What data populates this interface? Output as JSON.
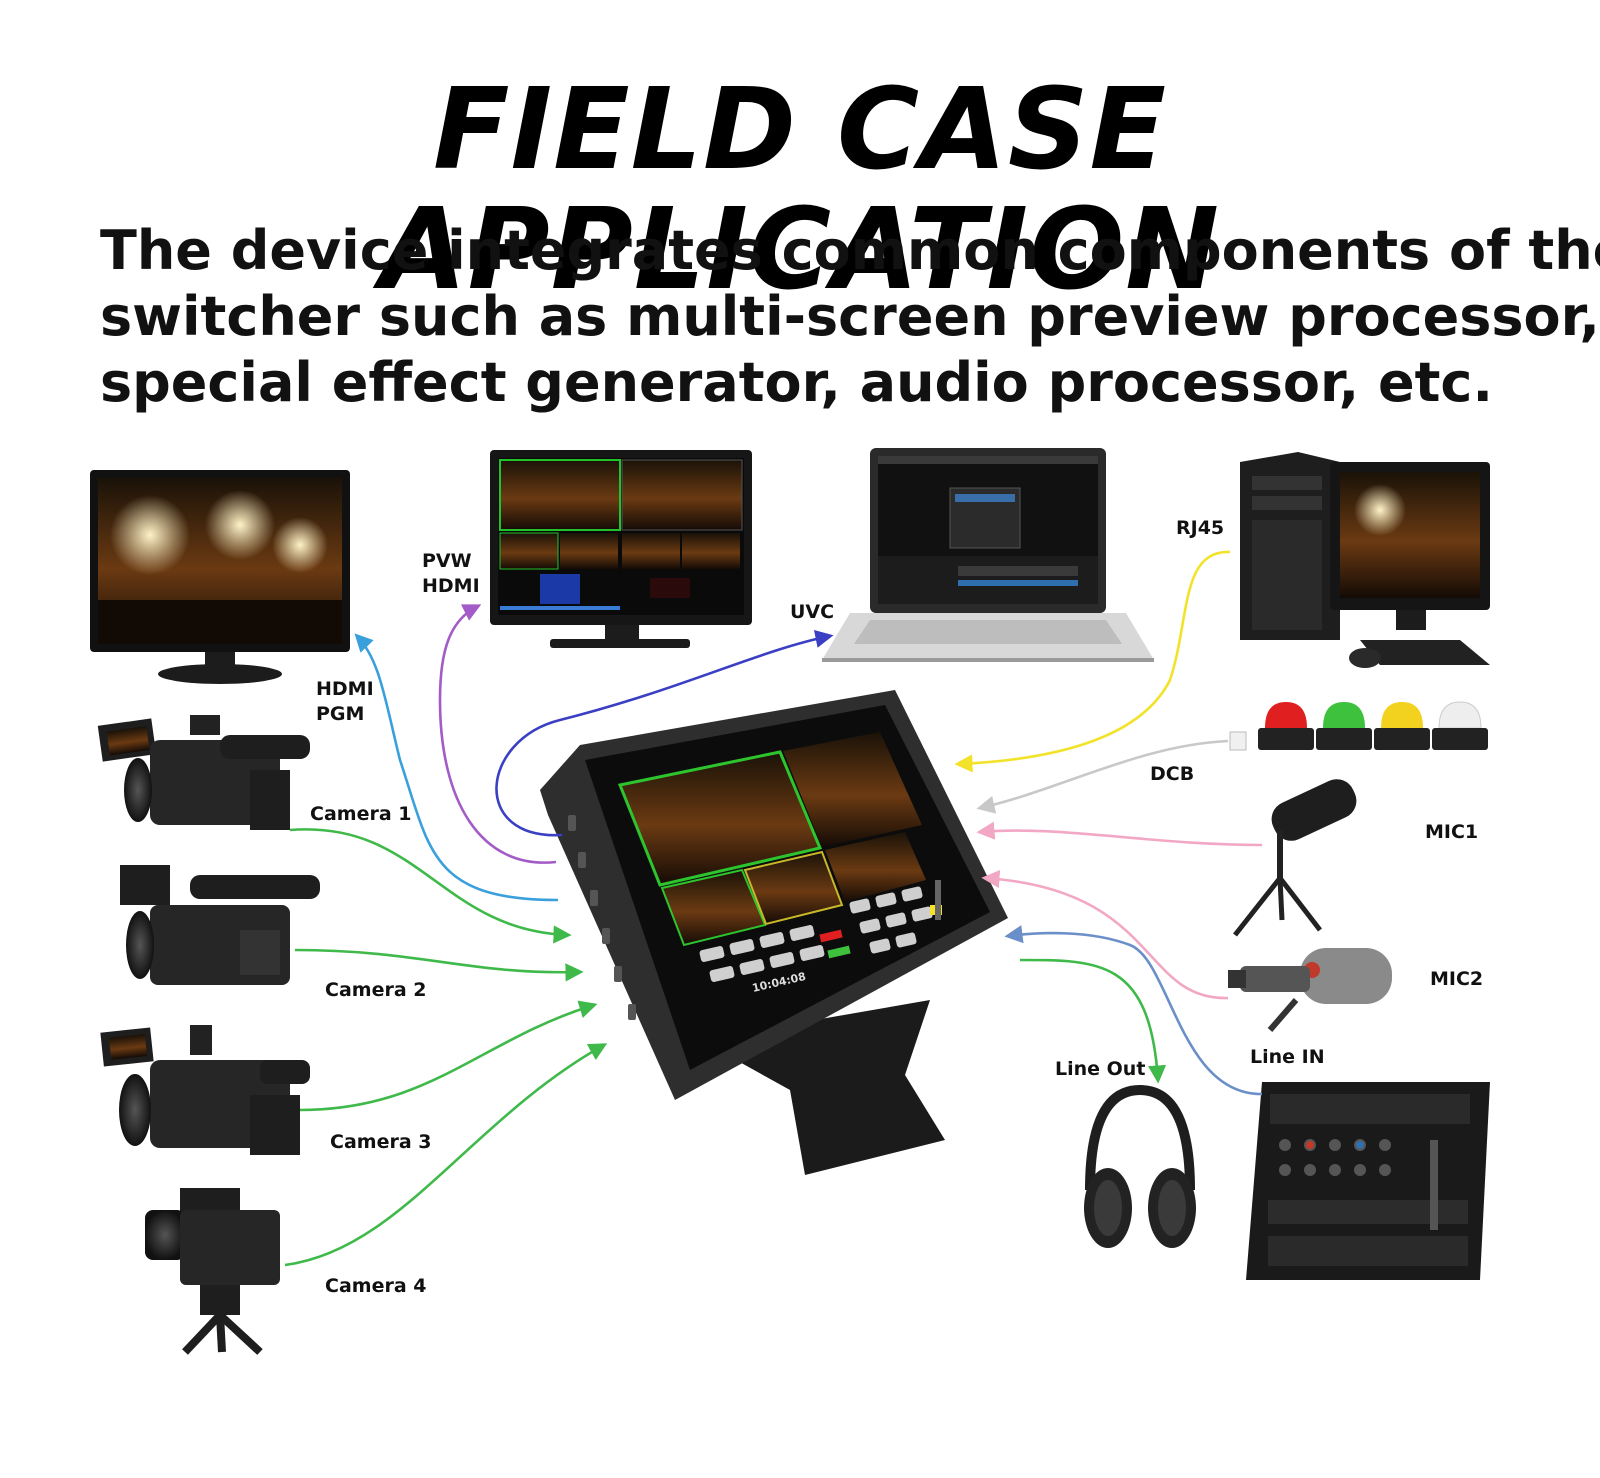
{
  "title": "FIELD CASE APPLICATION",
  "description": {
    "lines": [
      "The device integrates common components of the",
      "switcher such as multi-screen preview processor,",
      "special effect generator, audio processor, etc."
    ]
  },
  "labels": {
    "pvw_hdmi": [
      "PVW",
      "HDMI"
    ],
    "hdmi_pgm": [
      "HDMI",
      "PGM"
    ],
    "uvc": "UVC",
    "rj45": "RJ45",
    "dcb": "DCB",
    "mic1": "MIC1",
    "mic2": "MIC2",
    "line_in": "Line IN",
    "line_out": "Line Out",
    "camera1": "Camera 1",
    "camera2": "Camera 2",
    "camera3": "Camera 3",
    "camera4": "Camera 4"
  },
  "device_screen": {
    "clock": "10:04:08"
  },
  "colors": {
    "camera_lines": "#3fb94a",
    "pgm_line": "#3aa0dc",
    "pvw_line": "#a25bc7",
    "uvc_line": "#3b3fc4",
    "rj45_line": "#f2e32a",
    "dcb_line": "#c8c8c8",
    "mic_lines": "#f2a8c4",
    "line_in": "#6b8fc9",
    "line_out": "#3fb94a",
    "tally_red": "#e02020",
    "tally_green": "#3ec23e",
    "tally_yellow": "#f2d21e",
    "tally_white": "#eeeeee"
  }
}
